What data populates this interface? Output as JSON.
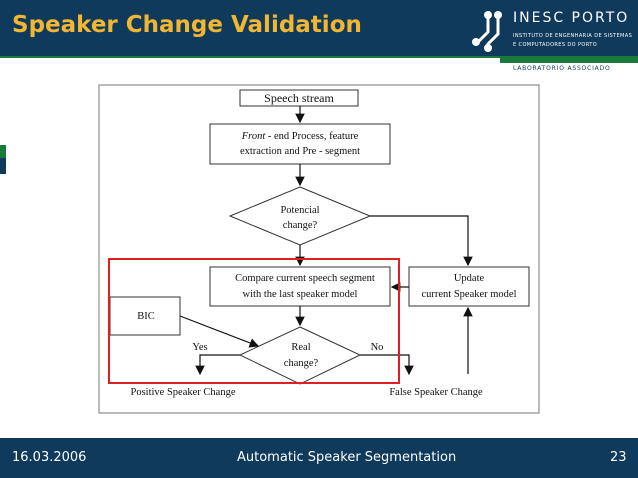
{
  "slide": {
    "title": "Speaker Change Validation"
  },
  "logo": {
    "name": "INESC PORTO",
    "line1": "INSTITUTO DE ENGENHARIA DE SISTEMAS",
    "line2": "E COMPUTADORES DO PORTO",
    "tag": "LABORATORIO ASSOCIADO"
  },
  "diagram": {
    "speech_stream": "Speech stream",
    "frontend_italic": "Front",
    "frontend_1": " - end Process, feature",
    "frontend_2": "extraction and Pre - segment",
    "potential_1": "Potencial",
    "potential_2": "change?",
    "compare_1": "Compare current speech segment",
    "compare_2": "with the last speaker model",
    "update_1": "Update",
    "update_2": "current Speaker model",
    "bic": "BIC",
    "real_1": "Real",
    "real_2": "change?",
    "yes": "Yes",
    "no": "No",
    "positive": "Positive Speaker Change",
    "false": "False Speaker Change",
    "highlight_color": "#e02020"
  },
  "footer": {
    "date": "16.03.2006",
    "center": "Automatic Speaker Segmentation",
    "page": "23"
  }
}
